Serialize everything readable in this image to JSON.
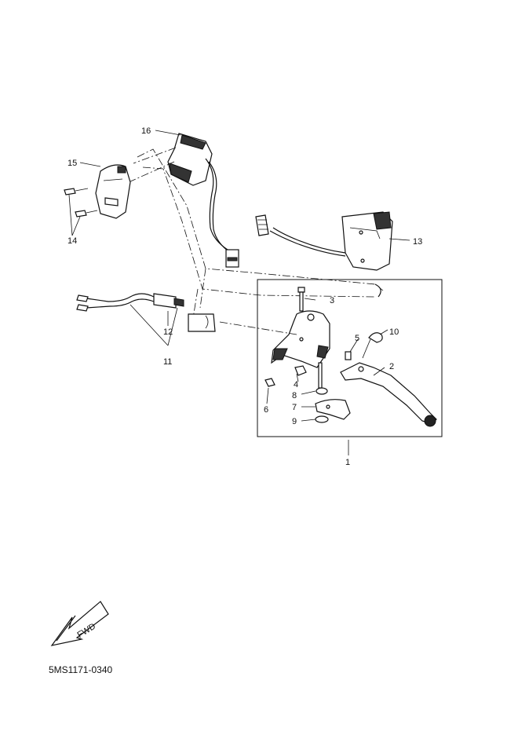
{
  "diagram_code": "5MS1171-0340",
  "fwd_label": "FWD",
  "callouts": {
    "c1": "1",
    "c2": "2",
    "c3": "3",
    "c4": "4",
    "c5": "5",
    "c6": "6",
    "c7": "7",
    "c8": "8",
    "c9": "9",
    "c10": "10",
    "c11": "11",
    "c12": "12",
    "c13": "13",
    "c14": "14",
    "c15": "15",
    "c16": "16"
  }
}
